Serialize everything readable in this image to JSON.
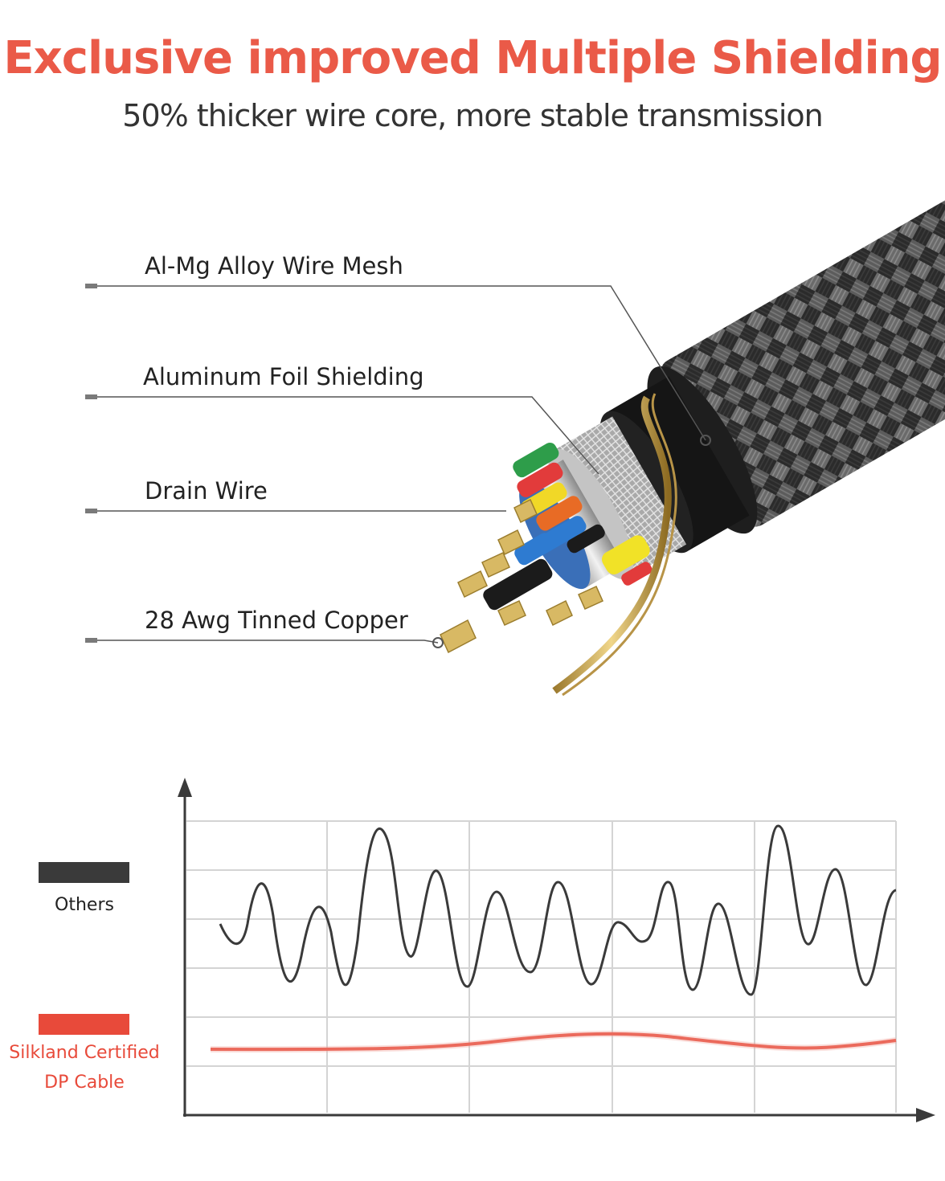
{
  "colors": {
    "accent": "#ea5a48",
    "title": "#ea5a48",
    "subtitle": "#333333",
    "others": "#3a3a3a",
    "silkland": "#e84a3a",
    "callout_line": "#555555"
  },
  "header": {
    "title": "Exclusive improved Multiple Shielding",
    "subtitle": "50% thicker wire core, more stable transmission"
  },
  "callouts": [
    {
      "label": "Al-Mg Alloy Wire Mesh"
    },
    {
      "label": "Aluminum Foil Shielding"
    },
    {
      "label": "Drain Wire"
    },
    {
      "label": "28 Awg Tinned Copper"
    }
  ],
  "legend": {
    "others": "Others",
    "silkland_line1": "Silkland Certified",
    "silkland_line2": "DP Cable"
  }
}
